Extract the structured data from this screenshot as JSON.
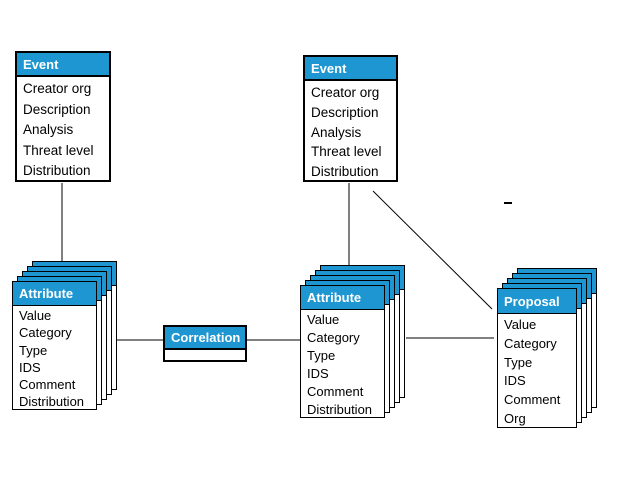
{
  "diagram_type": "entity-stack-diagram",
  "colors": {
    "header_bg": "#1e96d2",
    "header_text": "#ffffff",
    "border": "#000000",
    "line": "#000000",
    "body_bg": "#ffffff",
    "page_bg": "#ffffff"
  },
  "nodes": {
    "event_left": {
      "title": "Event",
      "stacked": false,
      "fields": [
        "Creator org",
        "Description",
        "Analysis",
        "Threat level",
        "Distribution"
      ]
    },
    "event_right": {
      "title": "Event",
      "stacked": false,
      "fields": [
        "Creator org",
        "Description",
        "Analysis",
        "Threat level",
        "Distribution"
      ]
    },
    "attribute_left": {
      "title": "Attribute",
      "stacked": true,
      "stack_count": 5,
      "fields": [
        "Value",
        "Category",
        "Type",
        "IDS",
        "Comment",
        "Distribution"
      ]
    },
    "attribute_middle": {
      "title": "Attribute",
      "stacked": true,
      "stack_count": 5,
      "fields": [
        "Value",
        "Category",
        "Type",
        "IDS",
        "Comment",
        "Distribution"
      ]
    },
    "correlation": {
      "title": "Correlation",
      "stacked": false,
      "fields": []
    },
    "proposal": {
      "title": "Proposal",
      "stacked": true,
      "stack_count": 5,
      "fields": [
        "Value",
        "Category",
        "Type",
        "IDS",
        "Comment",
        "Org"
      ]
    }
  },
  "edges": [
    {
      "from": "event_left",
      "to": "attribute_left",
      "style": "vertical-line"
    },
    {
      "from": "event_right",
      "to": "attribute_middle",
      "style": "vertical-line"
    },
    {
      "from": "event_right",
      "to": "proposal",
      "style": "diagonal-line"
    },
    {
      "from": "attribute_left",
      "to": "correlation",
      "style": "horizontal-line"
    },
    {
      "from": "correlation",
      "to": "attribute_middle",
      "style": "horizontal-line"
    },
    {
      "from": "attribute_middle",
      "to": "proposal",
      "style": "horizontal-line"
    }
  ],
  "artifacts": {
    "dash_mark": "-"
  }
}
